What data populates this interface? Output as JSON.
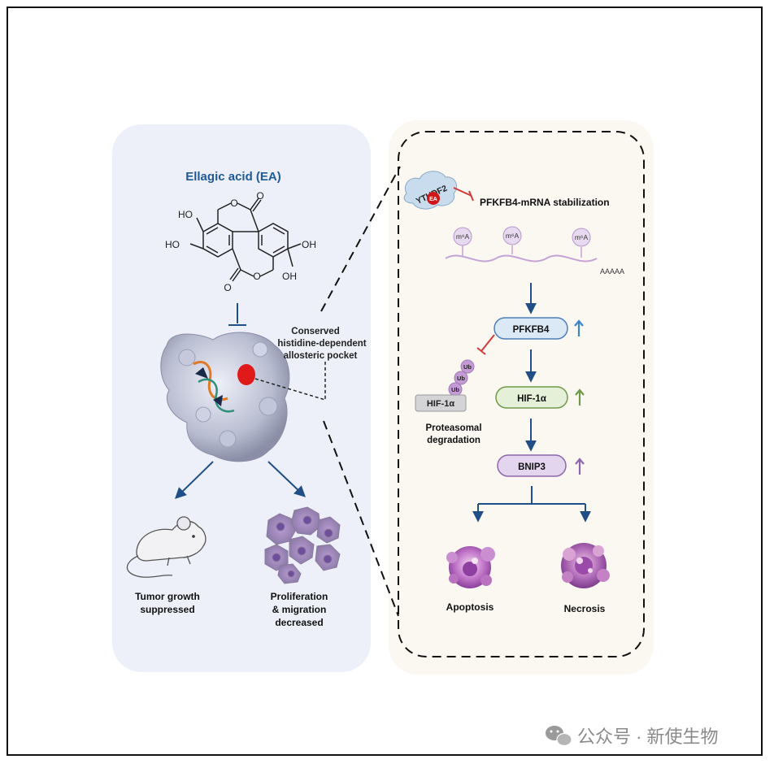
{
  "left_panel": {
    "title": "Ellagic acid (EA)",
    "molecule": {
      "oh_labels": [
        "HO",
        "HO",
        "OH",
        "OH"
      ],
      "carbonyl_o": [
        "O",
        "O"
      ],
      "ring_o": [
        "O",
        "O"
      ]
    },
    "pocket_label": [
      "Conserved",
      "histidine-dependent",
      "allosteric pocket"
    ],
    "outcome_mouse": [
      "Tumor growth",
      "suppressed"
    ],
    "outcome_cells": [
      "Proliferation",
      "& migration",
      "decreased"
    ]
  },
  "right_panel": {
    "ythdf2": "YTHDF2",
    "ea_badge": "EA",
    "stabilization": "PFKFB4-mRNA stabilization",
    "m6a": [
      "m⁶A",
      "m⁶A",
      "m⁶A"
    ],
    "polya": "AAAAA",
    "pfkfb4": "PFKFB4",
    "hif1a": "HIF-1α",
    "bnip3": "BNIP3",
    "ub": [
      "Ub",
      "Ub",
      "Ub"
    ],
    "hif1a_degraded": "HIF-1α",
    "degradation": [
      "Proteasomal",
      "degradation"
    ],
    "apoptosis": "Apoptosis",
    "necrosis": "Necrosis"
  },
  "watermark": "公众号 · 新使生物",
  "colors": {
    "title_blue": "#1f5a96",
    "arrow_blue": "#1f4f86",
    "inhibit_red": "#d23a3a",
    "pfkfb4_fill": "#dbe8f6",
    "hif_fill": "#e4f0d8",
    "bnip3_fill": "#e4d5ee",
    "ub_purple": "#c59bd6"
  },
  "icons": [
    "ellagic-acid-structure",
    "protein-surface",
    "mouse-icon",
    "cancer-cells-icon",
    "apoptosis-cell-icon",
    "necrosis-cell-icon",
    "wechat-icon"
  ]
}
